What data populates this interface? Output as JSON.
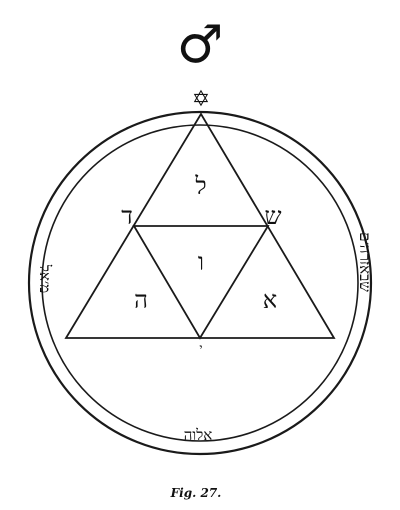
{
  "planet_symbol": "♂",
  "star_symbol": "✡",
  "corner_letters": {
    "top_left": "ד",
    "top_right": "ש",
    "bottom_center": "י"
  },
  "triangle_letters": {
    "top": "ל",
    "center": "ו",
    "left": "ה",
    "right": "א"
  },
  "ring_text": {
    "left": "מ׳אל",
    "right": "שבאזרה׳ם",
    "bottom": "אלוה"
  },
  "caption": "Fig. 27."
}
